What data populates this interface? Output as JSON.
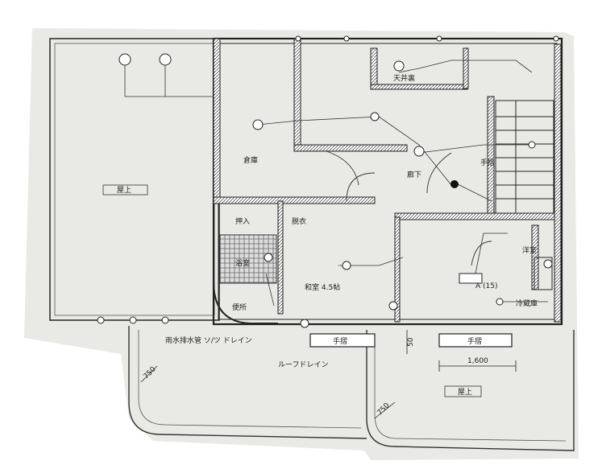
{
  "colors": {
    "paper": "#e8e8e4",
    "line": "#2a2a2a",
    "hatch": "#555555",
    "background": "#ffffff"
  },
  "labels": {
    "roof_left": "屋上",
    "storage": "倉庫",
    "hallway": "廊下",
    "stair": "手摺",
    "closet": "押入",
    "bath_area": "浴室",
    "washroom": "脱衣",
    "toilet": "便所",
    "japanese_room": "和室 4.5帖",
    "room_right": "洋室",
    "balcony": "屋上",
    "roof_drain": "ルーフドレイン",
    "drain_note": "雨水排水管 ソ/ツ ドレイン",
    "handrail_1": "手摺",
    "handrail_2": "手摺",
    "dim_1600": "1,600",
    "dim_750_left": "750",
    "dim_750_right": "750",
    "dim_50": "50",
    "tenjo": "天井裏",
    "a_note": "A (15)",
    "kongou": "冷蔵庫"
  }
}
